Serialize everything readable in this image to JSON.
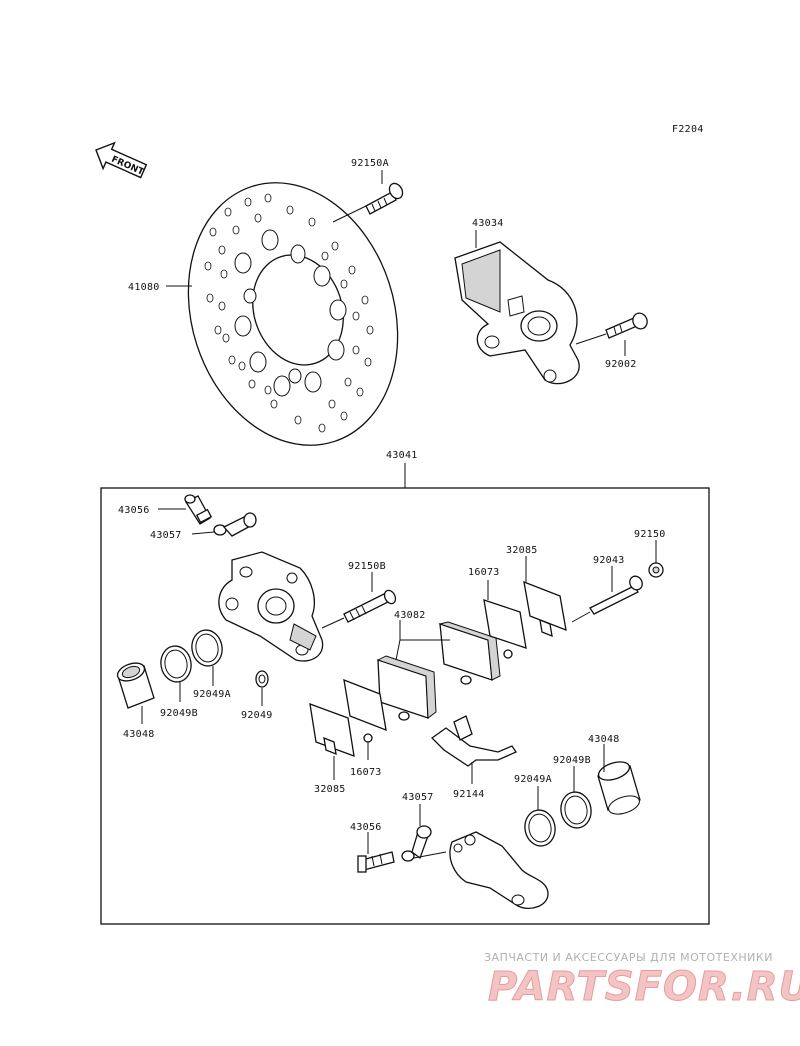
{
  "figure_code": "F2204",
  "front_arrow_label": "FRONT",
  "labels": {
    "p92150A": "92150A",
    "p41080": "41080",
    "p43034": "43034",
    "p92002": "92002",
    "p43041": "43041",
    "p43056_top": "43056",
    "p43057_top": "43057",
    "p92150B": "92150B",
    "p16073_top": "16073",
    "p32085_top": "32085",
    "p92043": "92043",
    "p92150": "92150",
    "p43082": "43082",
    "p43048_left": "43048",
    "p92049B_left": "92049B",
    "p92049A_left": "92049A",
    "p92049": "92049",
    "p16073_bottom": "16073",
    "p32085_bottom": "32085",
    "p92144": "92144",
    "p43057_bottom": "43057",
    "p43056_bottom": "43056",
    "p92049A_right": "92049A",
    "p92049B_right": "92049B",
    "p43048_right": "43048"
  },
  "watermark": {
    "tagline": "ЗАПЧАСТИ И АКСЕССУАРЫ ДЛЯ МОТОТЕХНИКИ",
    "logo": "PARTSFOR.RU"
  }
}
